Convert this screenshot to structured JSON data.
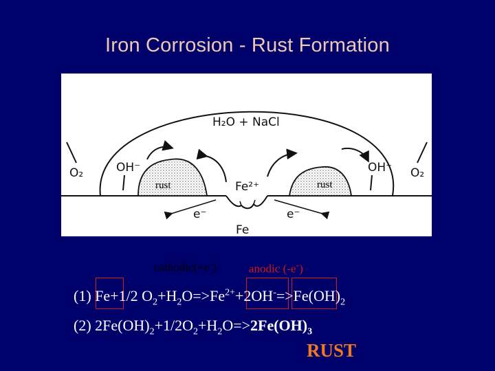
{
  "slide": {
    "title": "Iron Corrosion - Rust Formation"
  },
  "diagram": {
    "electrolyte_label": "H₂O + NaCl",
    "o2_left": "O₂",
    "o2_right": "O₂",
    "oh_left": "OH⁻",
    "oh_right": "OH⁻",
    "rust_left": "rust",
    "rust_right": "rust",
    "fe_ion": "Fe²⁺",
    "electron_left": "e⁻",
    "electron_right": "e⁻",
    "fe_metal": "Fe"
  },
  "labels": {
    "cathodic": {
      "text": "cathodic(+e",
      "sup": "-",
      "close": ")"
    },
    "anodic": {
      "text": "anodic (-e",
      "sup": "-",
      "close": ")"
    }
  },
  "equations": {
    "eq1": {
      "prefix": "(1) ",
      "fe": "Fe",
      "p1": "+1/2 O",
      "s1": "2",
      "p2": "+H",
      "s2": "2",
      "p3": "O=>",
      "fe2": "Fe",
      "sup2": "2+",
      "p4": "+",
      "oh": "2OH",
      "supm": "-",
      "p5": "=>Fe(OH)",
      "s3": "2"
    },
    "eq2": {
      "p1": "(2) 2Fe(OH)",
      "s1": "2",
      "p2": "+1/2O",
      "s2": "2",
      "p3": "+H",
      "s3": "2",
      "p4": "O=>",
      "product": "2Fe(OH)",
      "s4": "3"
    },
    "rust_word": "RUST"
  },
  "colors": {
    "background": "#00006b",
    "title": "#f0c8b4",
    "anodic": "#d01818",
    "highlight_box": "#cc2020",
    "rust_word": "#f07820"
  }
}
